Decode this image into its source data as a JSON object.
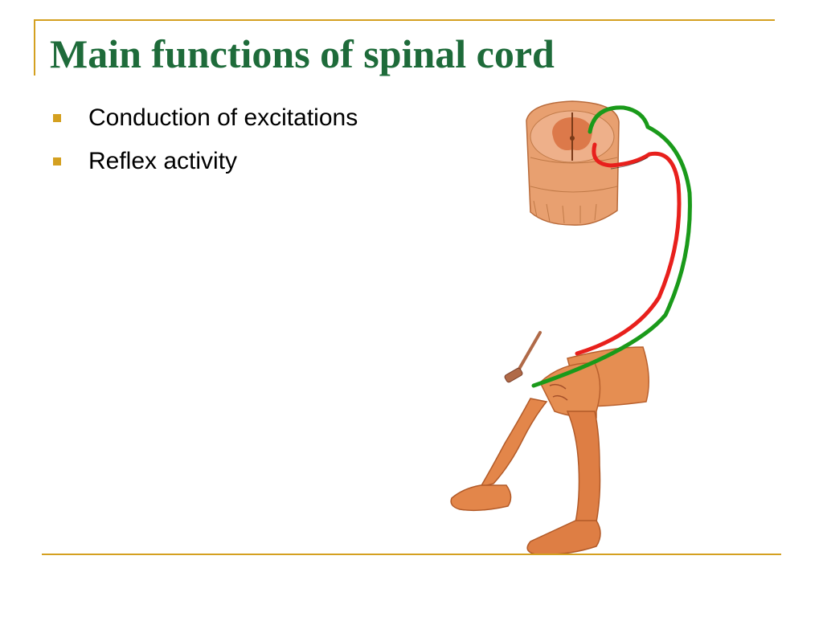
{
  "slide": {
    "title": "Main functions of spinal cord",
    "bullets": [
      "Conduction of excitations",
      "Reflex activity"
    ]
  },
  "colors": {
    "accent": "#D4A020",
    "title": "#1E6B3A",
    "afferent_path": "#E8201C",
    "efferent_path": "#1A9A1A",
    "skin": "#E0864A",
    "spinal_cord_section": "#E8A070"
  },
  "icons": {
    "illustration": "knee-reflex-arc-illustration",
    "hammer": "reflex-hammer-icon",
    "cord": "spinal-cord-section-icon"
  }
}
